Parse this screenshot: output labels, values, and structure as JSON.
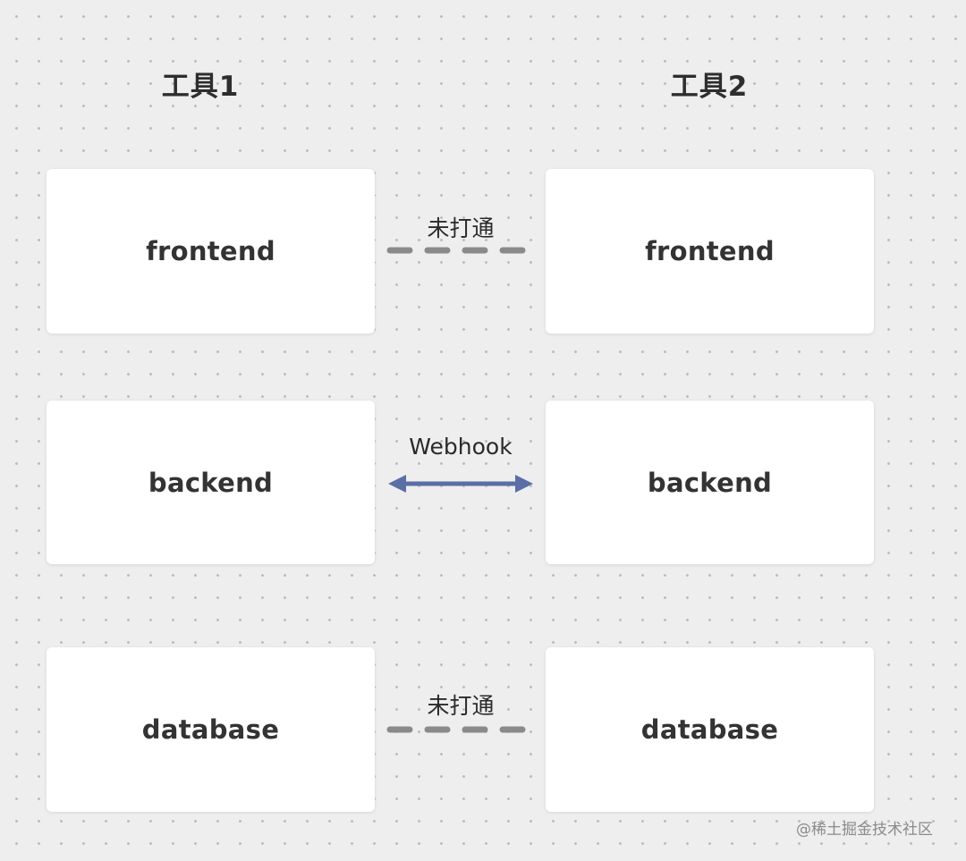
{
  "columns": {
    "left": {
      "title": "工具1"
    },
    "right": {
      "title": "工具2"
    }
  },
  "rows": [
    {
      "left_label": "frontend",
      "right_label": "frontend",
      "connector_label": "未打通",
      "connector_style": "dashed"
    },
    {
      "left_label": "backend",
      "right_label": "backend",
      "connector_label": "Webhook",
      "connector_style": "double-arrow"
    },
    {
      "left_label": "database",
      "right_label": "database",
      "connector_label": "未打通",
      "connector_style": "dashed"
    }
  ],
  "colors": {
    "background": "#efeeee",
    "grid_dot": "#bdbcbc",
    "box": "#ffffff",
    "text": "#333333",
    "dashed_line": "#8a8a8a",
    "arrow": "#5a6fa6"
  },
  "watermark": "@稀土掘金技术社区"
}
